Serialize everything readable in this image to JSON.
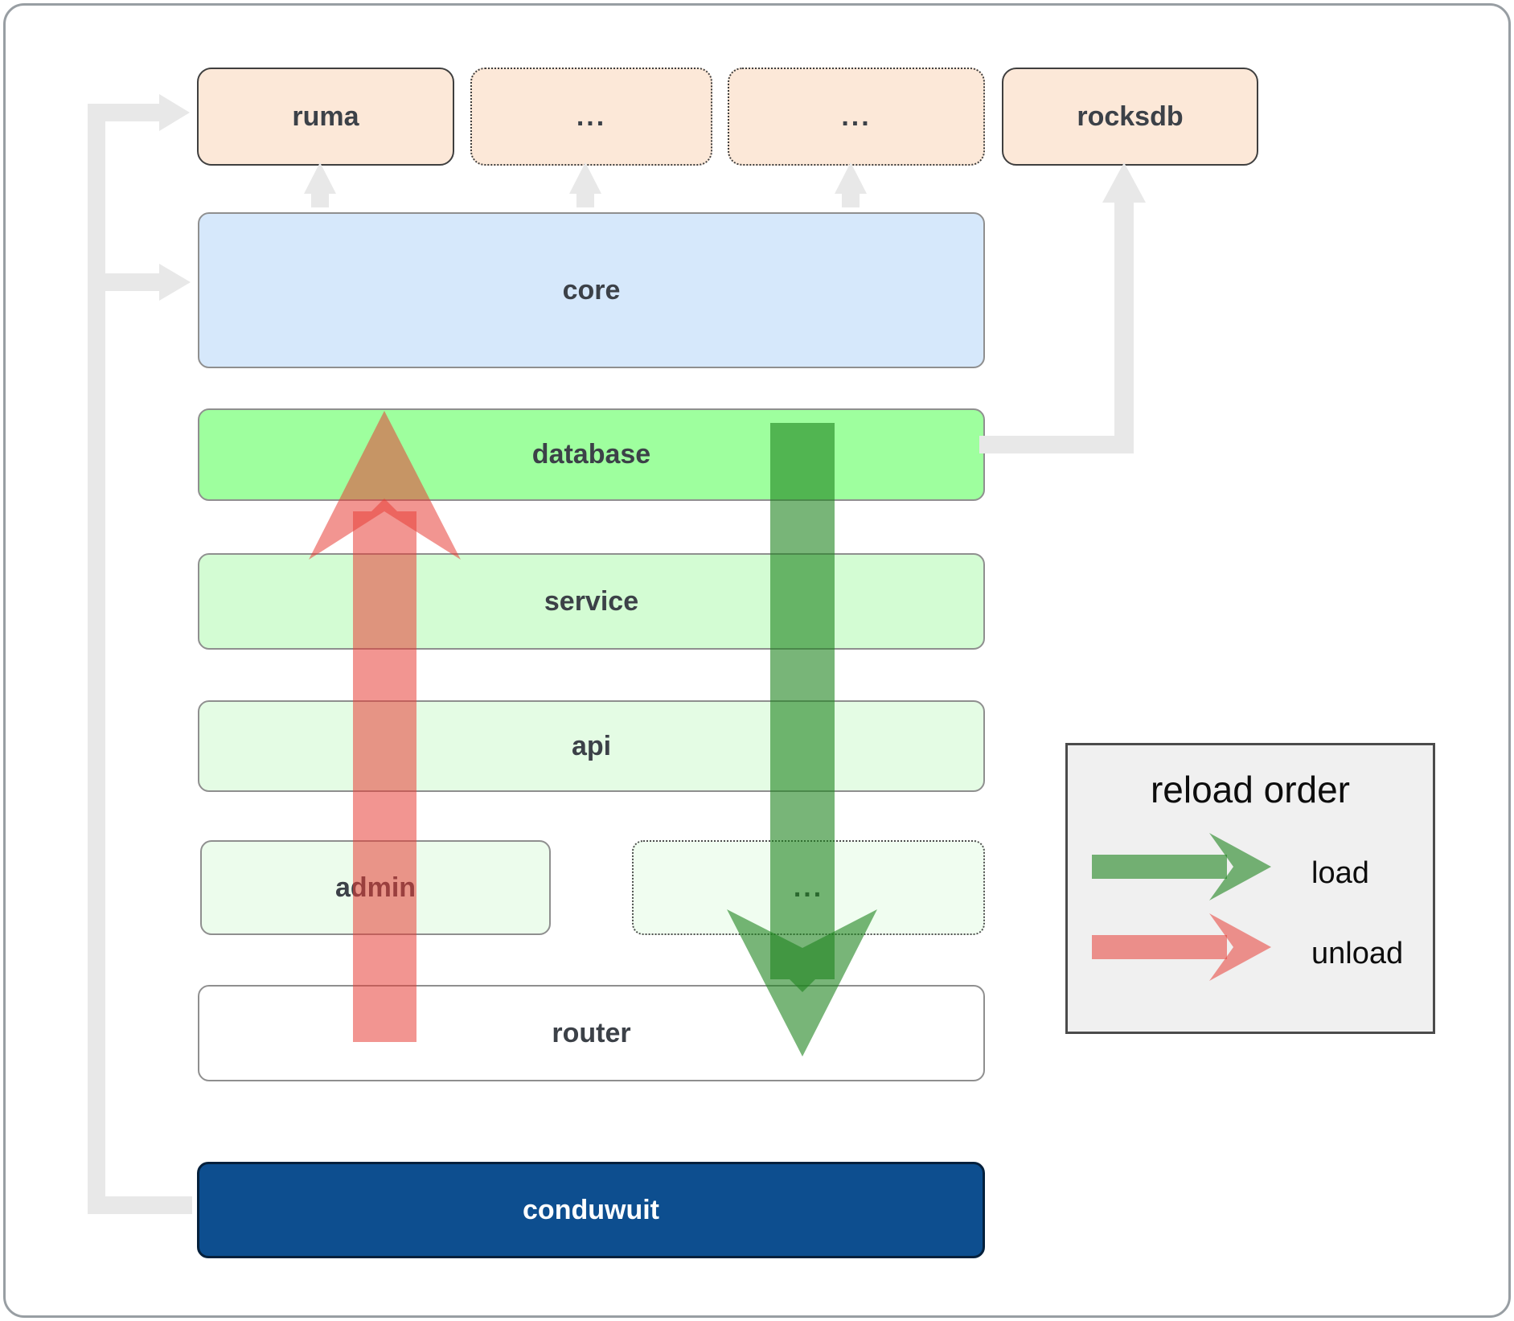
{
  "boxes": {
    "ruma": "ruma",
    "dots_top_1": "...",
    "dots_top_2": "...",
    "rocksdb": "rocksdb",
    "core": "core",
    "database": "database",
    "service": "service",
    "api": "api",
    "admin": "admin",
    "dots_admin": "...",
    "router": "router",
    "conduwuit": "conduwuit"
  },
  "legend": {
    "title": "reload order",
    "load_label": "load",
    "unload_label": "unload"
  },
  "colors": {
    "load_arrow_green": "#1e841e",
    "unload_arrow_red": "#e83e36",
    "connector_gray": "#e8e8e8",
    "top_row_fill": "#fce8d8",
    "core_fill": "#d6e8fb",
    "database_fill": "#9eff9e",
    "service_fill": "#d3fcd3",
    "api_fill": "#e4fce4",
    "admin_fill": "#ecfcec",
    "router_fill": "#ffffff",
    "conduwuit_fill": "#0d4e8f",
    "legend_bg": "#f0f0f0"
  }
}
